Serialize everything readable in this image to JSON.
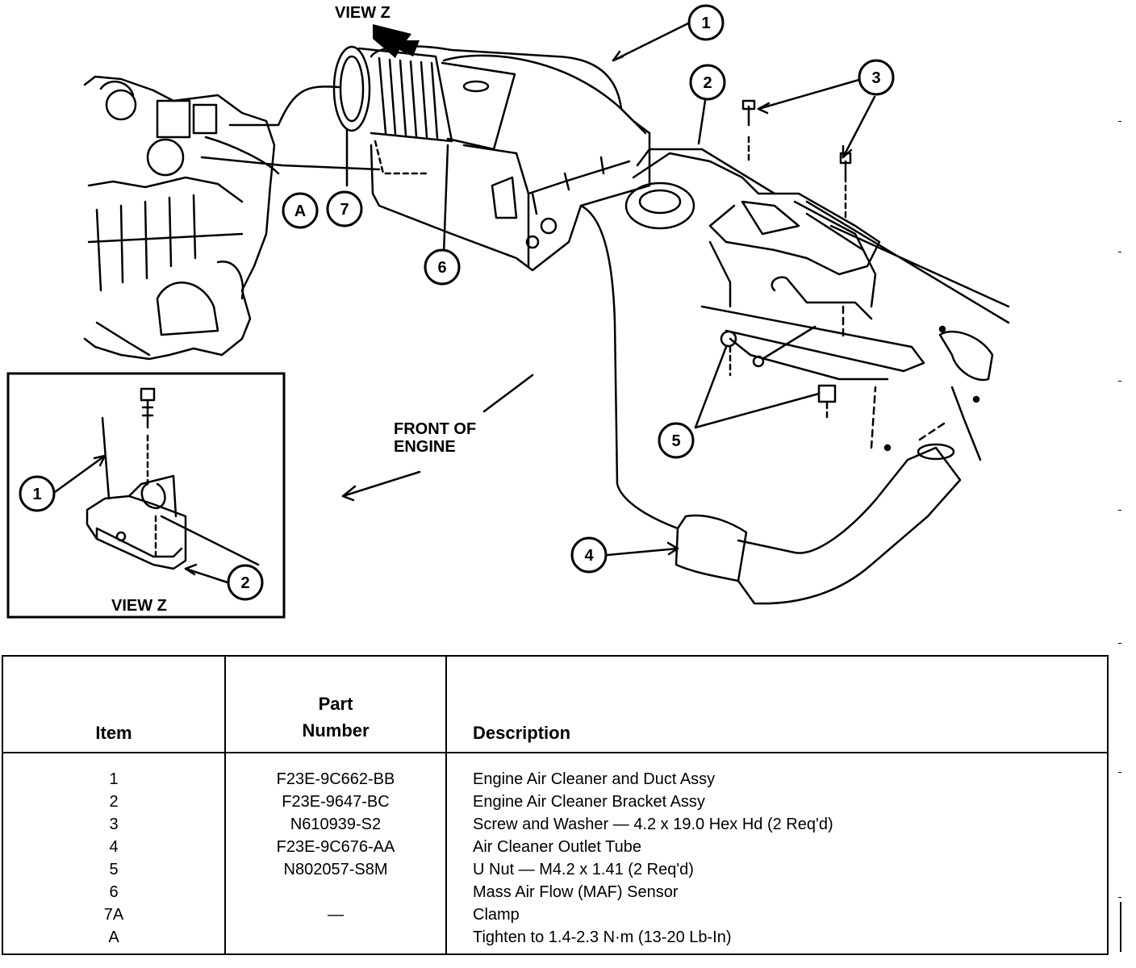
{
  "illustration": {
    "view_z_top": "VIEW Z",
    "view_z_inset": "VIEW Z",
    "front_of_engine_line1": "FRONT OF",
    "front_of_engine_line2": "ENGINE",
    "callouts": [
      "1",
      "2",
      "3",
      "A",
      "7",
      "6",
      "5",
      "4",
      "1",
      "2"
    ]
  },
  "table": {
    "headers": {
      "item": "Item",
      "part_line1": "Part",
      "part_line2": "Number",
      "description": "Description"
    },
    "rows": [
      {
        "item": "1",
        "part": "F23E-9C662-BB",
        "description": "Engine Air Cleaner and Duct Assy"
      },
      {
        "item": "2",
        "part": "F23E-9647-BC",
        "description": "Engine Air Cleaner Bracket Assy"
      },
      {
        "item": "3",
        "part": "N610939-S2",
        "description": "Screw and Washer — 4.2 x 19.0 Hex Hd (2 Req'd)"
      },
      {
        "item": "4",
        "part": "F23E-9C676-AA",
        "description": "Air Cleaner Outlet Tube"
      },
      {
        "item": "5",
        "part": "N802057-S8M",
        "description": "U Nut — M4.2 x 1.41 (2 Req'd)"
      },
      {
        "item": "6",
        "part": "",
        "description": "Mass Air Flow (MAF) Sensor"
      },
      {
        "item": "7A",
        "part": "—",
        "description": "Clamp"
      },
      {
        "item": "A",
        "part": "",
        "description": "Tighten to 1.4-2.3 N·m (13-20 Lb-In)"
      }
    ]
  }
}
